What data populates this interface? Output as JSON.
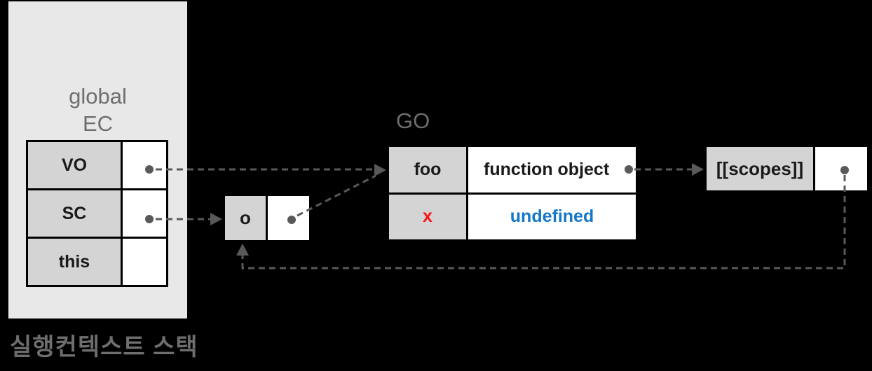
{
  "diagram": {
    "stack_panel": {
      "title_line1": "global",
      "title_line2": "EC",
      "caption": "실행컨텍스트 스택",
      "rows": [
        {
          "label": "VO",
          "has_pointer": true
        },
        {
          "label": "SC",
          "has_pointer": true
        },
        {
          "label": "this",
          "has_pointer": false
        }
      ]
    },
    "object_box": {
      "label": "o",
      "has_pointer": true
    },
    "go_table": {
      "title": "GO",
      "rows": [
        {
          "key": "foo",
          "value": "function object",
          "value_has_pointer": true
        },
        {
          "key": "x",
          "value": "undefined"
        }
      ]
    },
    "scopes_box": {
      "label": "[[scopes]]",
      "has_pointer": true
    },
    "colors": {
      "background": "#000000",
      "panel": "#e8e8e8",
      "cell_gray": "#d4d4d4",
      "cell_white": "#ffffff",
      "border": "#000000",
      "muted_text": "#6e6e6e",
      "text_black": "#1a1a1a",
      "arrow": "#595959",
      "key_red": "#fa1414",
      "value_blue": "#1577c8"
    }
  }
}
